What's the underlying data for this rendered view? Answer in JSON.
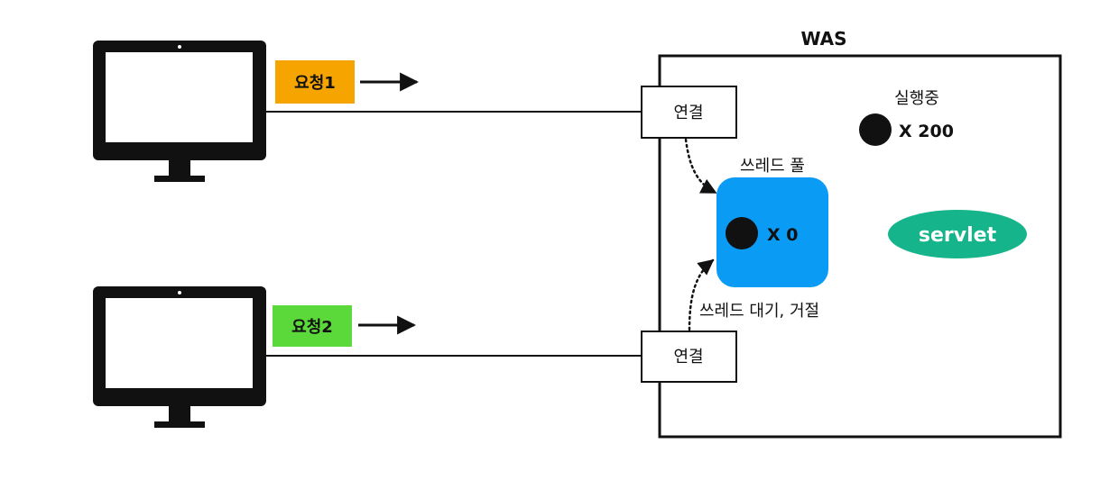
{
  "was": {
    "title": "WAS"
  },
  "clients": [
    {
      "request_label": "요청1",
      "label_color": "#F5A400"
    },
    {
      "request_label": "요청2",
      "label_color": "#5BD83A"
    }
  ],
  "connections": [
    {
      "label": "연결"
    },
    {
      "label": "연결"
    }
  ],
  "running": {
    "label": "실행중",
    "count": "X 200"
  },
  "thread_pool": {
    "label": "쓰레드 풀",
    "count": "X 0",
    "color": "#0A9BF5"
  },
  "waiting": {
    "label": "쓰레드 대기, 거절"
  },
  "servlet": {
    "label": "servlet",
    "color": "#16B48A"
  }
}
